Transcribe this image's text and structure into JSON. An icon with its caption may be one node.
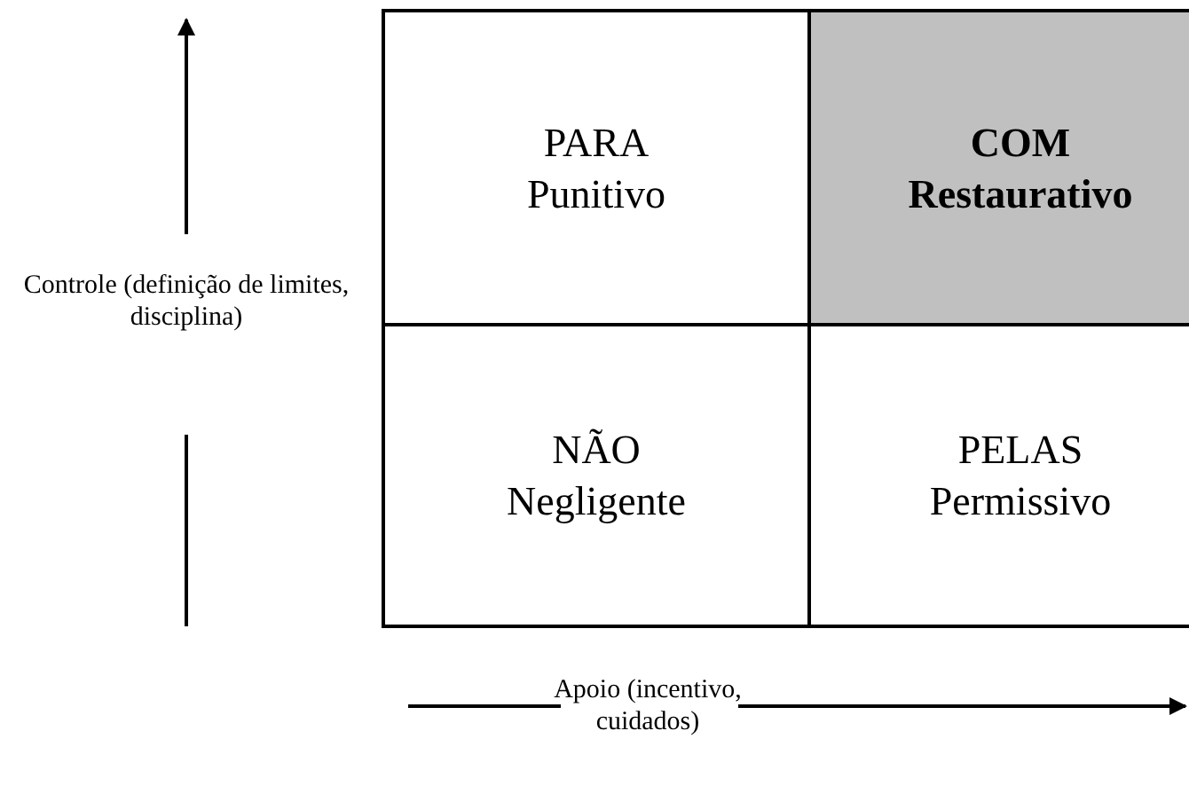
{
  "diagram": {
    "nodes": [
      {
        "text": [
          "PARA",
          "Punitivo"
        ]
      },
      {
        "text": [
          "COM",
          "Restaurativo"
        ]
      },
      {
        "text": [
          "NÃO",
          "Negligente"
        ]
      },
      {
        "text": [
          "PELAS",
          "Permissivo"
        ]
      }
    ],
    "labels": [
      "Controle (definição de limites, disciplina)",
      "Apoio (incentivo, cuidados)"
    ]
  }
}
